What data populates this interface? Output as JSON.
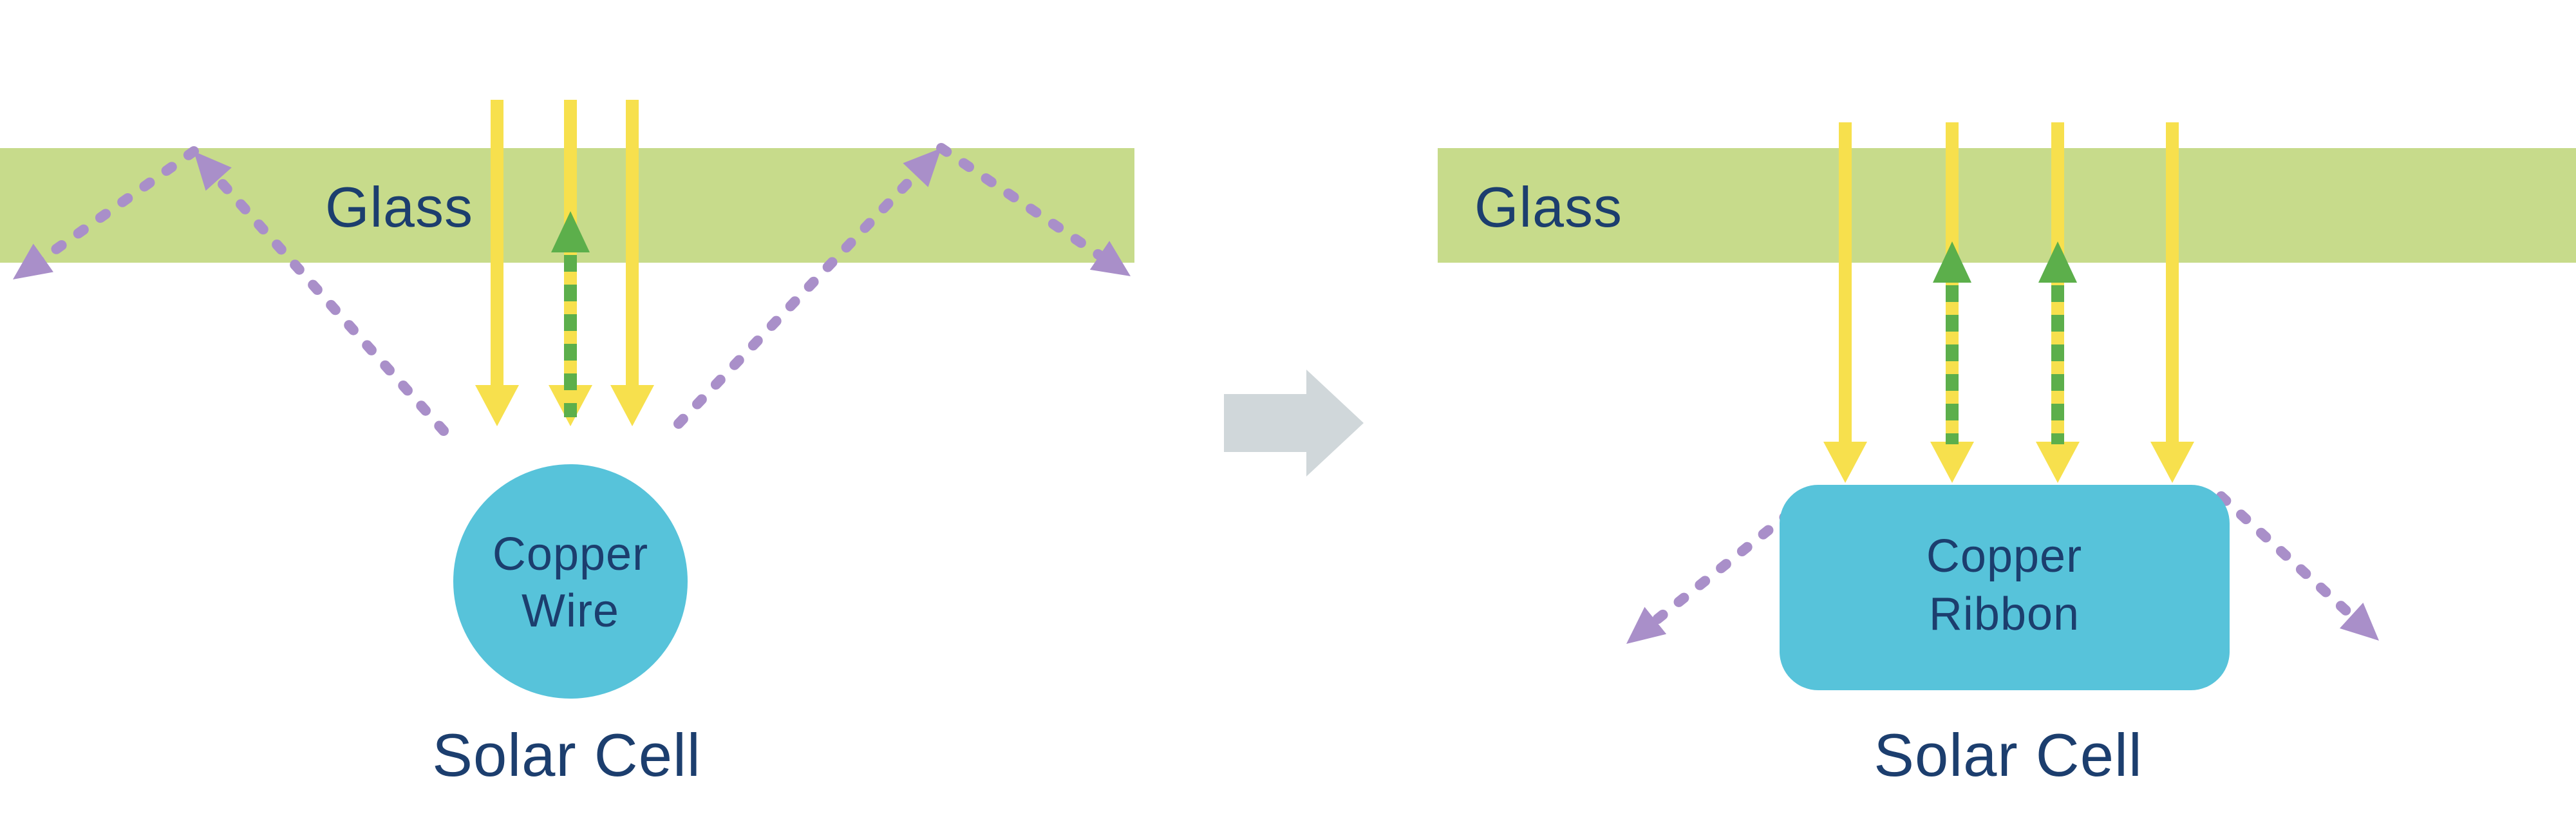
{
  "diagram": {
    "left": {
      "glass_label": "Glass",
      "component_line1": "Copper",
      "component_line2": "Wire",
      "cell_label": "Solar Cell"
    },
    "right": {
      "glass_label": "Glass",
      "component_line1": "Copper",
      "component_line2": "Ribbon",
      "cell_label": "Solar Cell"
    }
  },
  "colors": {
    "glass_green": "#c7db8b",
    "sunlight_yellow": "#f7e04d",
    "reflected_green": "#5caf4b",
    "escaped_light_purple": "#a98fc9",
    "copper_blue": "#57c3da",
    "text_navy": "#1c3e6e",
    "transition_gray": "#d0d7da",
    "background": "#ffffff"
  }
}
